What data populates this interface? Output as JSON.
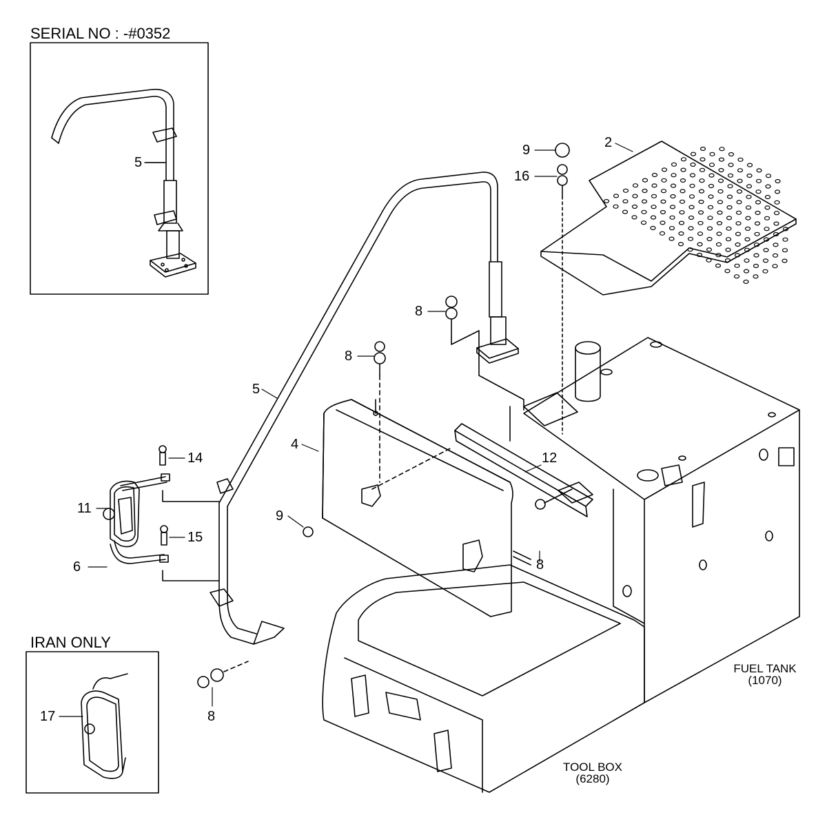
{
  "insets": {
    "serial": {
      "title": "SERIAL NO : -#0352",
      "part": "5"
    },
    "iran": {
      "title": "IRAN ONLY",
      "part": "17"
    }
  },
  "callouts": {
    "p2": "2",
    "p9_top": "9",
    "p16": "16",
    "p8_upper": "8",
    "p8_mid": "8",
    "p5": "5",
    "p4": "4",
    "p12": "12",
    "p14": "14",
    "p11": "11",
    "p9_left": "9",
    "p15": "15",
    "p6": "6",
    "p8_right": "8",
    "p8_bottom": "8"
  },
  "notes": {
    "fuel_tank": {
      "name": "FUEL TANK",
      "code": "(1070)"
    },
    "tool_box": {
      "name": "TOOL BOX",
      "code": "(6280)"
    }
  }
}
